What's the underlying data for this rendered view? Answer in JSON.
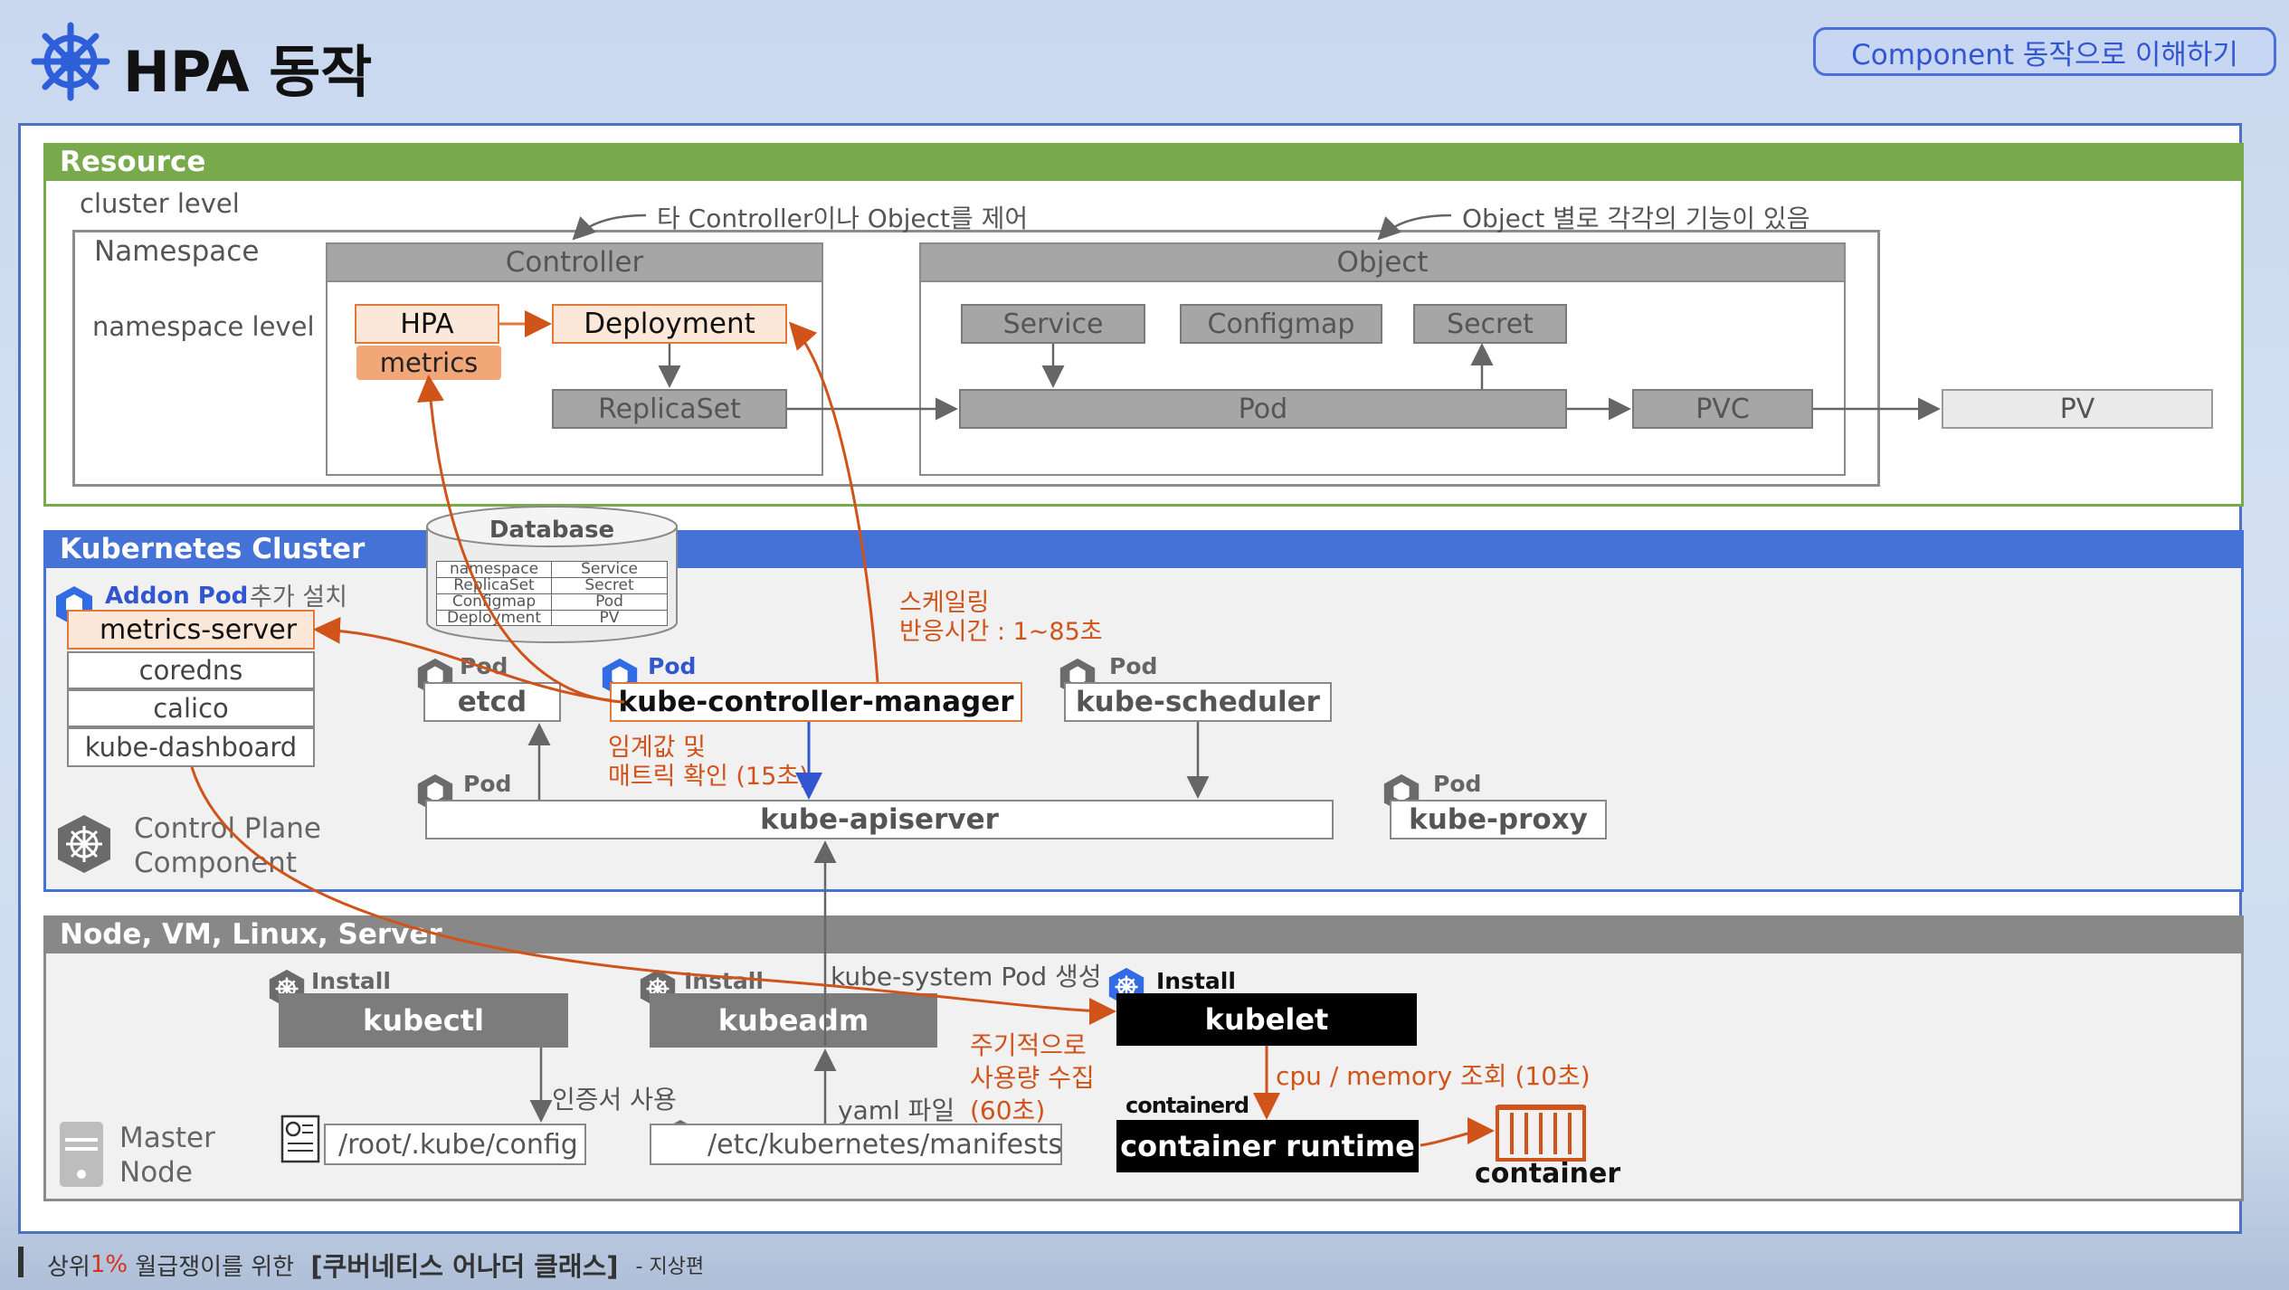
{
  "header": {
    "title": "HPA 동작",
    "tag": "Component 동작으로 이해하기"
  },
  "resource": {
    "bar": "Resource",
    "cluster_level": "cluster level",
    "namespace": "Namespace",
    "namespace_level": "namespace  level",
    "controller_note": "타 Controller이나 Object를 제어",
    "object_note": "Object 별로 각각의 기능이 있음",
    "controller": "Controller",
    "object": "Object",
    "hpa": "HPA",
    "metrics": "metrics",
    "deployment": "Deployment",
    "replicaset": "ReplicaSet",
    "service": "Service",
    "configmap": "Configmap",
    "secret": "Secret",
    "pod": "Pod",
    "pvc": "PVC",
    "pv": "PV"
  },
  "cluster": {
    "bar": "Kubernetes Cluster",
    "database": {
      "title": "Database",
      "rows": [
        [
          "namespace",
          "Service"
        ],
        [
          "ReplicaSet",
          "Secret"
        ],
        [
          "Configmap",
          "Pod"
        ],
        [
          "Deployment",
          "PV"
        ]
      ]
    },
    "addon_pod": "Addon Pod",
    "addon_note": "추가 설치",
    "addons": [
      "metrics-server",
      "coredns",
      "calico",
      "kube-dashboard"
    ],
    "pod_label": "Pod",
    "etcd": "etcd",
    "kcm": "kube-controller-manager",
    "scheduler": "kube-scheduler",
    "apiserver": "kube-apiserver",
    "proxy": "kube-proxy",
    "control_plane": [
      "Control Plane",
      "Component"
    ],
    "scaling": "스케일링",
    "scaling_time": "반응시간 : 1~85초",
    "threshold": [
      "임계값 및",
      "매트릭 확인 (15초)"
    ]
  },
  "node": {
    "bar": "Node, VM, Linux, Server",
    "install": "Install",
    "kubectl": "kubectl",
    "kubeadm": "kubeadm",
    "kubelet": "kubelet",
    "kube_system_pod": "kube-system Pod 생성",
    "periodic": [
      "주기적으로",
      "사용량 수집",
      "(60초)"
    ],
    "cpu_memory": "cpu / memory 조회 (10초)",
    "containerd_logo": "containerd",
    "runtime": "container runtime",
    "container": "container",
    "cert_use": "인증서 사용",
    "yaml_file": "yaml 파일",
    "kube_config": "/root/.kube/config",
    "manifests": "/etc/kubernetes/manifests",
    "master_node": [
      "Master",
      "Node"
    ]
  },
  "footer": {
    "prefix": "상위 ",
    "highlight": "1%",
    "middle": " 월급쟁이를 위한 ",
    "book": "[쿠버네티스 어나더 클래스]",
    "suffix": " - 지상편"
  },
  "colors": {
    "accent_orange": "#d0531a",
    "resource_green": "#78a94a",
    "cluster_blue": "#4472d6",
    "k8s_blue": "#326ce5"
  }
}
